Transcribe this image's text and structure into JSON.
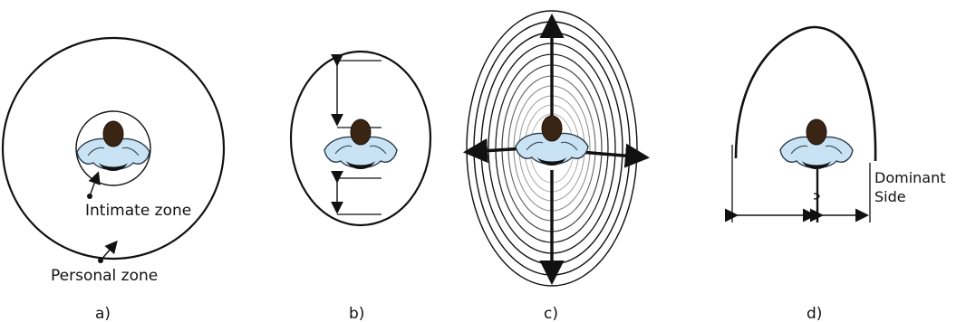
{
  "colors": {
    "ink": "#111111",
    "head": "#3a2414",
    "shirt": "#c9e3f5",
    "shirt_outline": "#2a3a48",
    "body_dark": "#111111",
    "ring_gray": "#9b9b9b"
  },
  "panels": [
    {
      "id": "a",
      "caption": "a)",
      "labels": {
        "intimate": "Intimate zone",
        "personal": "Personal zone"
      }
    },
    {
      "id": "b",
      "caption": "b)"
    },
    {
      "id": "c",
      "caption": "c)"
    },
    {
      "id": "d",
      "caption": "d)",
      "labels": {
        "dominant_line1": "Dominant",
        "dominant_line2": "Side"
      }
    }
  ],
  "icons": {
    "person": "person-top-view-icon",
    "arrow": "arrow-icon"
  }
}
